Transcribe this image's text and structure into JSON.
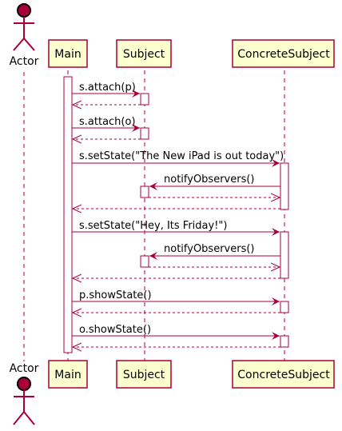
{
  "participants": {
    "actor": "Actor",
    "main": "Main",
    "subject": "Subject",
    "concrete": "ConcreteSubject"
  },
  "messages": [
    "s.attach(p)",
    "s.attach(o)",
    "s.setState(\"The New iPad is out today\")",
    "notifyObservers()",
    "s.setState(\"Hey, Its Friday!\")",
    "notifyObservers()",
    "p.showState()",
    "o.showState()"
  ],
  "colors": {
    "arrow": "#A80036",
    "participant_fill": "#FEFECE",
    "actor_head": "#A80036"
  }
}
